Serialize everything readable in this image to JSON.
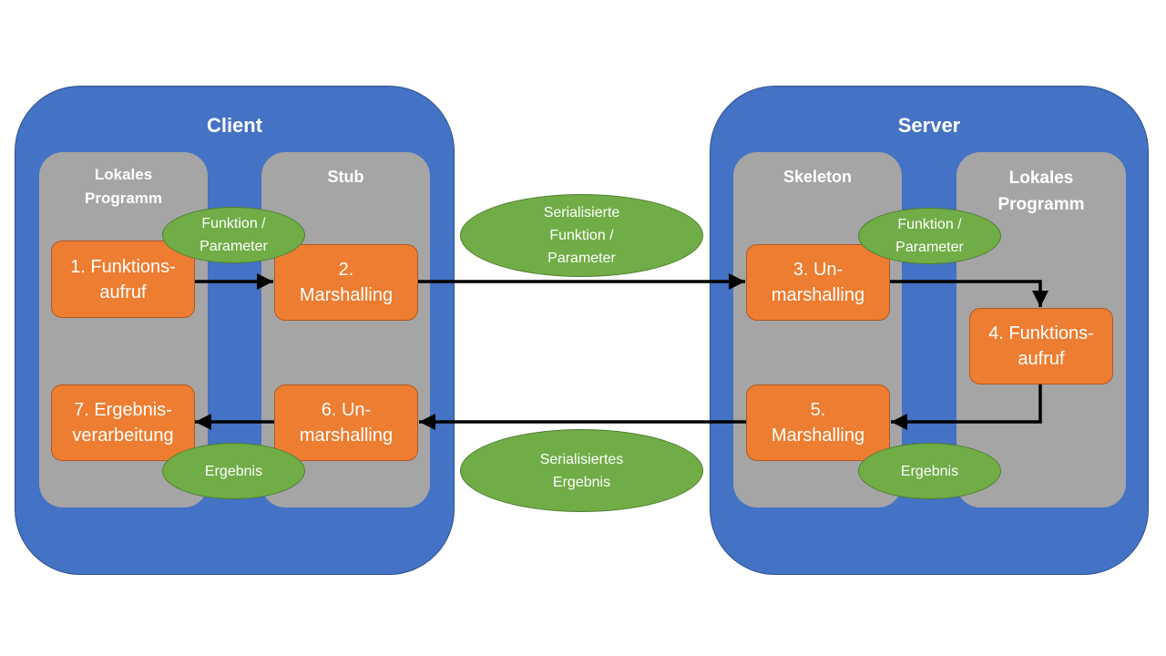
{
  "colors": {
    "container": "#4472c4",
    "lane": "#a5a5a5",
    "step": "#ed7d31",
    "message": "#70ad47",
    "arrow": "#000000"
  },
  "client": {
    "title": "Client",
    "lanes": {
      "local_program": "Lokales\nProgramm",
      "stub": "Stub"
    },
    "steps": {
      "s1": "1. Funktions-\naufruf",
      "s2": "2.\nMarshalling",
      "s6": "6. Un-\nmarshalling",
      "s7": "7. Ergebnis-\nverarbeitung"
    },
    "messages": {
      "call": "Funktion /\nParameter",
      "result": "Ergebnis"
    }
  },
  "server": {
    "title": "Server",
    "lanes": {
      "skeleton": "Skeleton",
      "local_program": "Lokales\nProgramm"
    },
    "steps": {
      "s3": "3. Un-\nmarshalling",
      "s4": "4. Funktions-\naufruf",
      "s5": "5.\nMarshalling"
    },
    "messages": {
      "call": "Funktion /\nParameter",
      "result": "Ergebnis"
    }
  },
  "network": {
    "request": "Serialisierte\nFunktion /\nParameter",
    "response": "Serialisiertes\nErgebnis"
  },
  "flow": [
    {
      "from": "1. Funktionsaufruf",
      "to": "2. Marshalling"
    },
    {
      "from": "2. Marshalling",
      "to": "3. Un-marshalling"
    },
    {
      "from": "3. Un-marshalling",
      "to": "4. Funktionsaufruf"
    },
    {
      "from": "4. Funktionsaufruf",
      "to": "5. Marshalling"
    },
    {
      "from": "5. Marshalling",
      "to": "6. Un-marshalling"
    },
    {
      "from": "6. Un-marshalling",
      "to": "7. Ergebnisverarbeitung"
    }
  ]
}
